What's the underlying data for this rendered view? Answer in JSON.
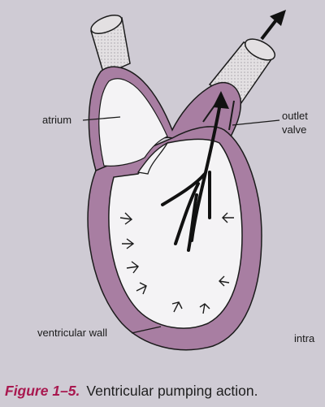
{
  "labels": {
    "atrium": "atrium",
    "outlet_valve_line1": "outlet",
    "outlet_valve_line2": "valve",
    "ventricular_wall": "ventricular wall",
    "intra_fragment": "intra"
  },
  "caption": {
    "figure_number": "Figure 1–5.",
    "text": "Ventricular pumping action."
  },
  "colors": {
    "background": "#cfcbd4",
    "wall": "#a87ea2",
    "vessel": "#e3e0e2",
    "outline": "#1b1b1b",
    "caption_accent": "#a8184f"
  },
  "icons": {
    "flow_arrow": "outflow-arrow-icon",
    "wall_arrows": "inward-pressure-arrow-icon"
  }
}
